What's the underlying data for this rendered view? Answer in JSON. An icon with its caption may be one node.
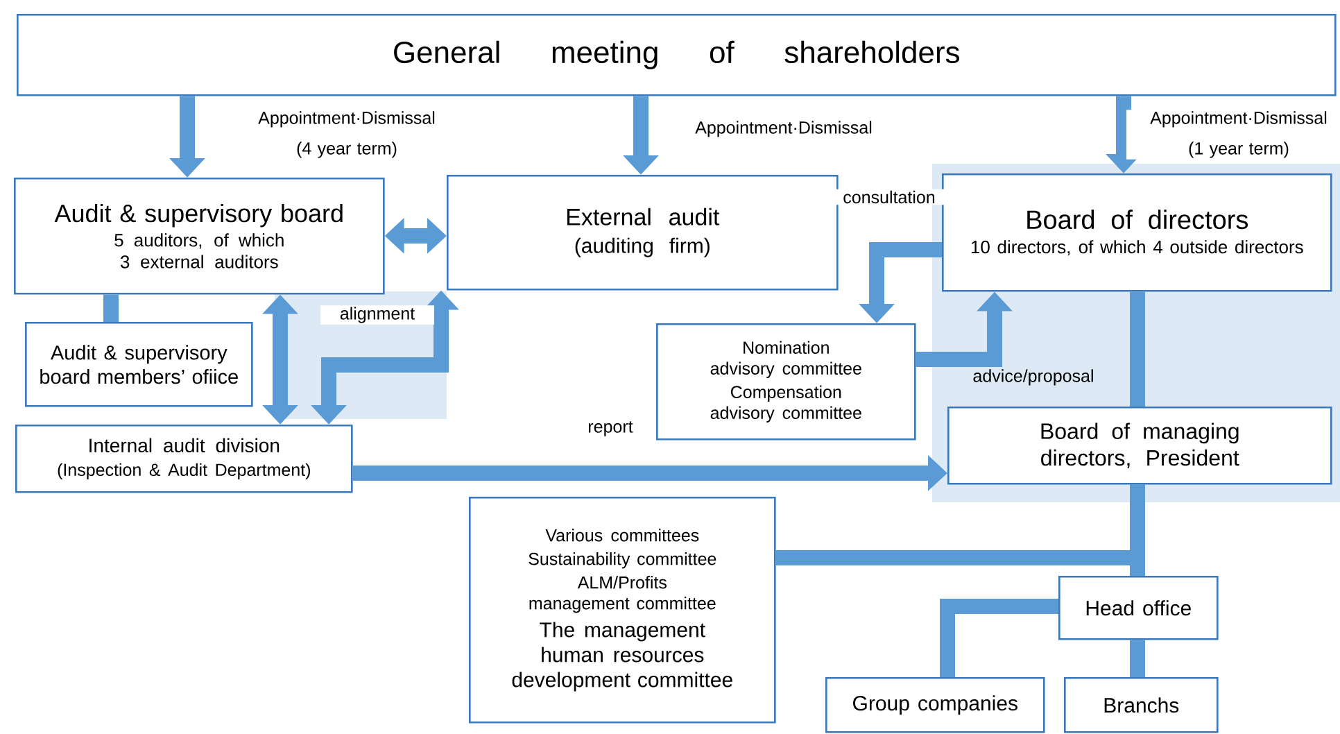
{
  "diagram": {
    "nodes": [
      {
        "text": [
          "General meeting of shareholders"
        ]
      },
      {
        "text": [
          "Audit & supervisory board",
          "5 auditors, of which 3 external auditors"
        ]
      },
      {
        "text": [
          "External audit",
          "(auditing firm)"
        ]
      },
      {
        "text": [
          "Audit & supervisory board members’ ofiice"
        ]
      },
      {
        "text": [
          "Internal audit division",
          "(Inspection & Audit Department)"
        ]
      },
      {
        "text": [
          "Board of directors",
          "10 directors, of which 4 outside directors"
        ]
      },
      {
        "text": [
          "Nomination advisory committee",
          "Compensation advisory committee"
        ]
      },
      {
        "text": [
          "Board of managing directors, President"
        ]
      },
      {
        "text": [
          "Various committees",
          "Sustainability committee",
          "ALM/Profits management committee",
          "The management human resources development committee"
        ]
      },
      {
        "text": [
          "Head office"
        ]
      },
      {
        "text": [
          "Group companies"
        ]
      },
      {
        "text": [
          "Branchs"
        ]
      }
    ],
    "edges": [
      {
        "from": 0,
        "to": 1,
        "arrow": "to",
        "label": "Appointment·Dismissal (4 year term)"
      },
      {
        "from": 0,
        "to": 2,
        "arrow": "to",
        "label": "Appointment·Dismissal"
      },
      {
        "from": 0,
        "to": 5,
        "arrow": "to",
        "label": "Appointment·Dismissal (1 year term)"
      },
      {
        "from": 1,
        "to": 2,
        "arrow": "both"
      },
      {
        "from": 1,
        "to": 3,
        "arrow": "none"
      },
      {
        "from": 1,
        "to": 4,
        "arrow": "both"
      },
      {
        "from": 4,
        "to": 2,
        "arrow": "both",
        "label": "alignment"
      },
      {
        "from": 5,
        "to": 6,
        "arrow": "to",
        "label": "consultation"
      },
      {
        "from": 6,
        "to": 5,
        "arrow": "to",
        "label": "advice/proposal"
      },
      {
        "from": 4,
        "to": 7,
        "arrow": "to",
        "label": "report"
      },
      {
        "from": 5,
        "to": 7,
        "arrow": "none"
      },
      {
        "from": 7,
        "to": 8,
        "arrow": "none"
      },
      {
        "from": 7,
        "to": 9,
        "arrow": "none"
      },
      {
        "from": 9,
        "to": 10,
        "arrow": "none"
      },
      {
        "from": 9,
        "to": 11,
        "arrow": "none"
      }
    ]
  }
}
